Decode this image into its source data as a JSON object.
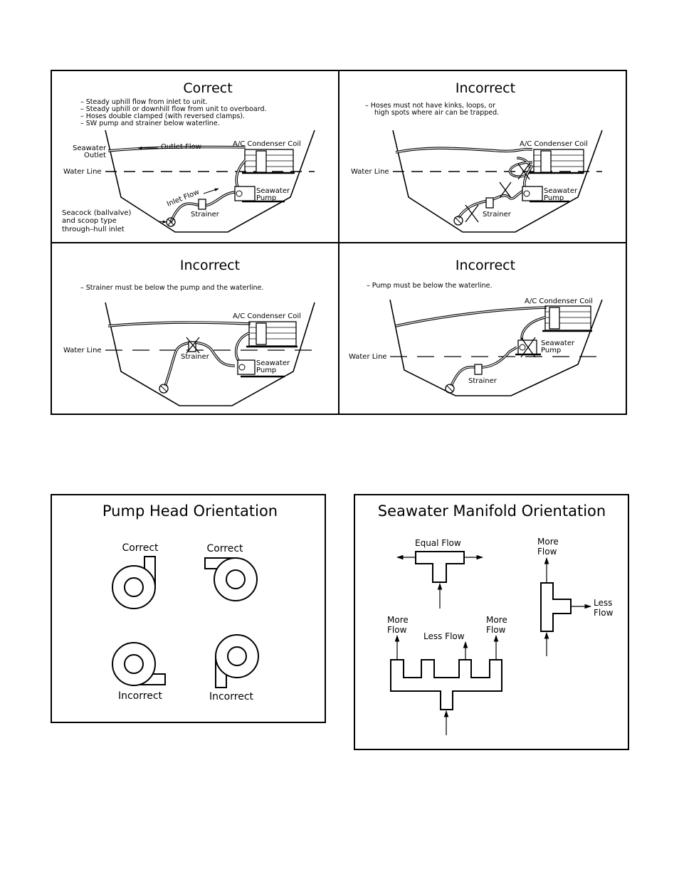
{
  "colors": {
    "ink": "#000000",
    "paper": "#ffffff"
  },
  "hull_panels": [
    {
      "title": "Correct",
      "notes": [
        "– Steady uphill flow from inlet to unit.",
        "– Steady uphill or downhill flow from unit to overboard.",
        "– Hoses double clamped (with reversed clamps).",
        "– SW pump and strainer below waterline."
      ],
      "labels": {
        "seawater_outlet_1": "Seawater",
        "seawater_outlet_2": "Outlet",
        "outlet_flow": "Outlet Flow",
        "condenser": "A/C Condenser Coil",
        "water_line": "Water Line",
        "inlet_flow": "Inlet Flow",
        "pump_1": "Seawater",
        "pump_2": "Pump",
        "strainer": "Strainer",
        "seacock_1": "Seacock (ballvalve)",
        "seacock_2": "and scoop type",
        "seacock_3": "through–hull inlet"
      }
    },
    {
      "title": "Incorrect",
      "notes": [
        "– Hoses must not have kinks, loops, or",
        "high spots where air can be trapped."
      ],
      "labels": {
        "condenser": "A/C Condenser Coil",
        "water_line": "Water Line",
        "pump_1": "Seawater",
        "pump_2": "Pump",
        "strainer": "Strainer"
      }
    },
    {
      "title": "Incorrect",
      "notes": [
        "– Strainer must be below the pump and the waterline."
      ],
      "labels": {
        "condenser": "A/C Condenser Coil",
        "water_line": "Water Line",
        "strainer": "Strainer",
        "pump_1": "Seawater",
        "pump_2": "Pump"
      }
    },
    {
      "title": "Incorrect",
      "notes": [
        "– Pump must be below the waterline."
      ],
      "labels": {
        "condenser": "A/C Condenser Coil",
        "pump_1": "Seawater",
        "pump_2": "Pump",
        "water_line": "Water Line",
        "strainer": "Strainer"
      }
    }
  ],
  "pump_head": {
    "title": "Pump Head Orientation",
    "labels": [
      "Correct",
      "Correct",
      "Incorrect",
      "Incorrect"
    ]
  },
  "manifold": {
    "title": "Seawater Manifold Orientation",
    "equal_flow": "Equal Flow",
    "more_1": "More",
    "flow_1": "Flow",
    "less_flow": "Less Flow",
    "more_2": "More",
    "flow_2": "Flow",
    "more_3": "More",
    "flow_3": "Flow",
    "less_1": "Less",
    "less_2": "Flow"
  }
}
